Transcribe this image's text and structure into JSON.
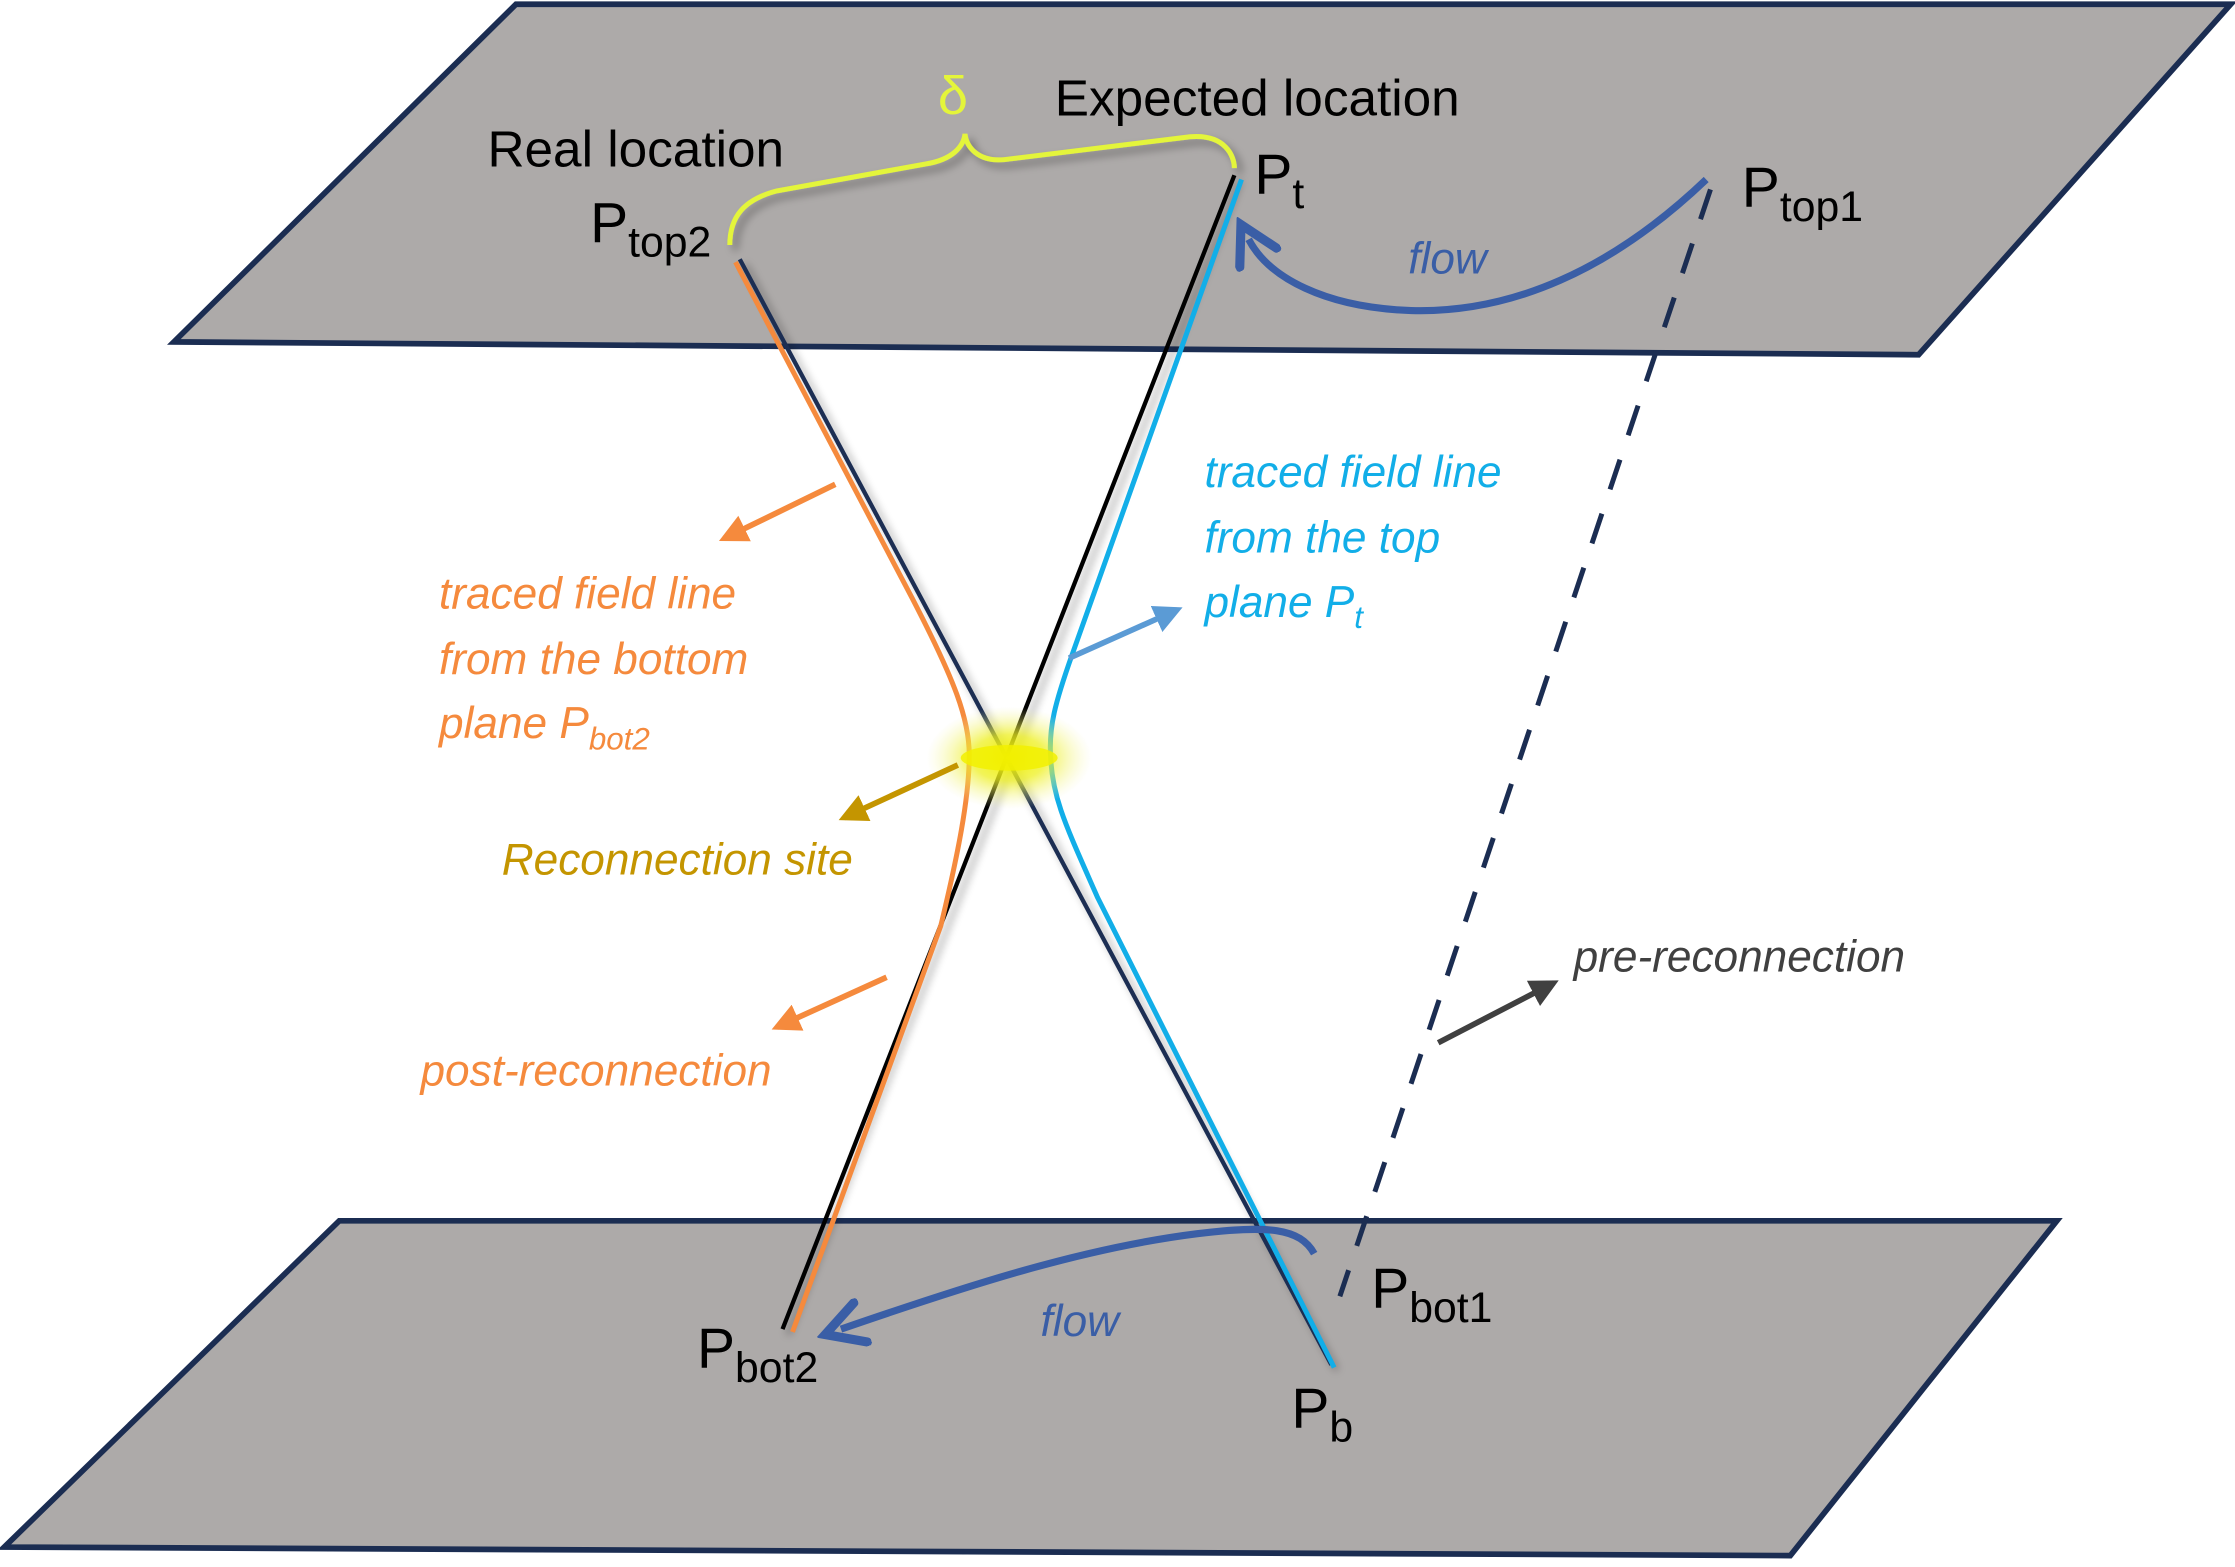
{
  "title_labels": {
    "real_location": "Real location",
    "expected_location": "Expected location",
    "delta": "δ"
  },
  "points": {
    "ptop2": {
      "base": "P",
      "sub": "top2"
    },
    "pt": {
      "base": "P",
      "sub": "t"
    },
    "ptop1": {
      "base": "P",
      "sub": "top1"
    },
    "pbot2": {
      "base": "P",
      "sub": "bot2"
    },
    "pbot1": {
      "base": "P",
      "sub": "bot1"
    },
    "pb": {
      "base": "P",
      "sub": "b"
    }
  },
  "annotations": {
    "flow_top": "flow",
    "flow_bottom": "flow",
    "traced_bottom": {
      "line1": "traced field line",
      "line2": "from the bottom",
      "line3_prefix": "plane P",
      "line3_sub": "bot2"
    },
    "traced_top": {
      "line1": "traced field line",
      "line2": "from the top",
      "line3_prefix": "plane P",
      "line3_sub": "t"
    },
    "reconnection_site": "Reconnection site",
    "post_reconnection": "post-reconnection",
    "pre_reconnection": "pre-reconnection"
  },
  "colors": {
    "plane_fill": "#adaaa9",
    "plane_edge": "#1b2d52",
    "orange": "#f58a3d",
    "cyan": "#12aee8",
    "navy": "#1b2d52",
    "flow_blue": "#3a5ea6",
    "gold": "#c49500",
    "yellow_green": "#e4f53a",
    "gray_text": "#404040",
    "arrow_blue": "#5b9bd5"
  }
}
